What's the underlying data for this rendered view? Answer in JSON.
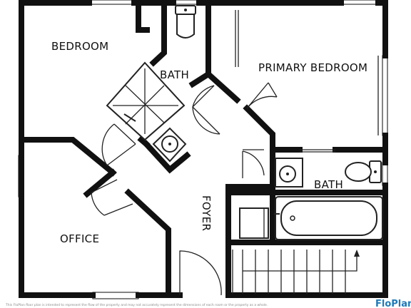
{
  "rooms": {
    "bedroom": "BEDROOM",
    "bath_upper": "BATH",
    "primary_bedroom": "PRIMARY BEDROOM",
    "office": "OFFICE",
    "foyer": "FOYER",
    "bath_lower": "BATH"
  },
  "footer": {
    "disclaimer": "This FloPlan floor plan is intended to represent the flow of the property and may not accurately represent the dimensions of each room or the property as a whole.",
    "brand": "FloPlan"
  },
  "colors": {
    "wall": "#111111",
    "brand": "#1f7ab8",
    "background": "#ffffff"
  }
}
